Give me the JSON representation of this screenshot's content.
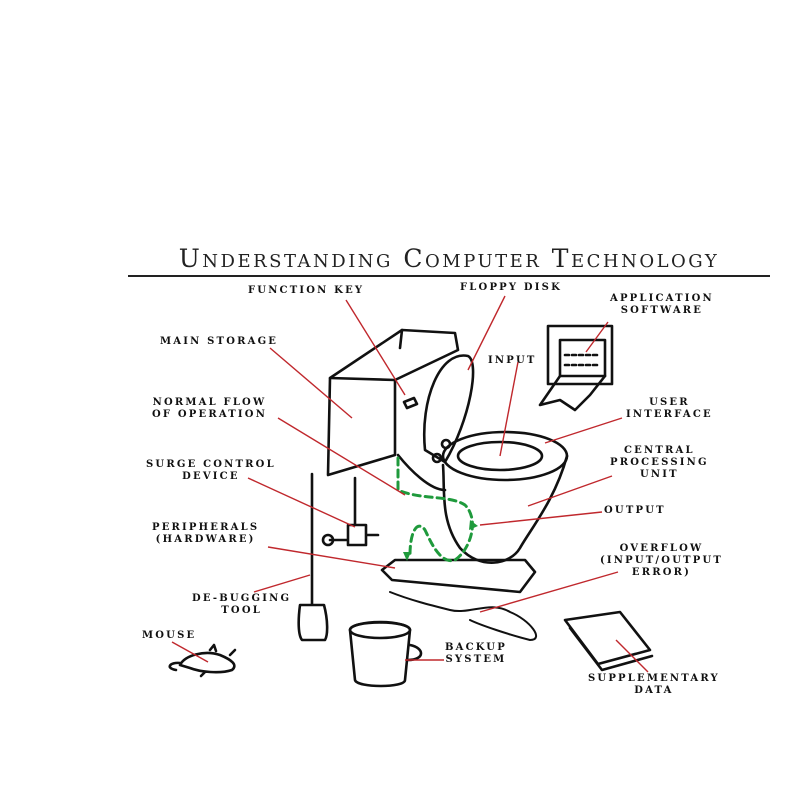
{
  "title": "Understanding Computer Technology",
  "labels": {
    "function_key": "FUNCTION KEY",
    "floppy_disk": "FLOPPY DISK",
    "application_software": "APPLICATION\nSOFTWARE",
    "main_storage": "MAIN STORAGE",
    "input": "INPUT",
    "normal_flow": "NORMAL FLOW\nOF OPERATION",
    "user_interface": "USER\nINTERFACE",
    "surge_control": "SURGE CONTROL\nDEVICE",
    "central_processing": "CENTRAL\nPROCESSING\nUNIT",
    "peripherals": "PERIPHERALS\n(HARDWARE)",
    "output": "OUTPUT",
    "overflow": "OVERFLOW\n(INPUT/OUTPUT\nERROR)",
    "debugging": "DE-BUGGING\nTOOL",
    "mouse": "MOUSE",
    "backup": "BACKUP\nSYSTEM",
    "supplementary": "SUPPLEMENTARY\nDATA"
  },
  "colors": {
    "leader_line": "#c0282d",
    "flow_arrow": "#1f9a3c",
    "ink": "#111111"
  }
}
